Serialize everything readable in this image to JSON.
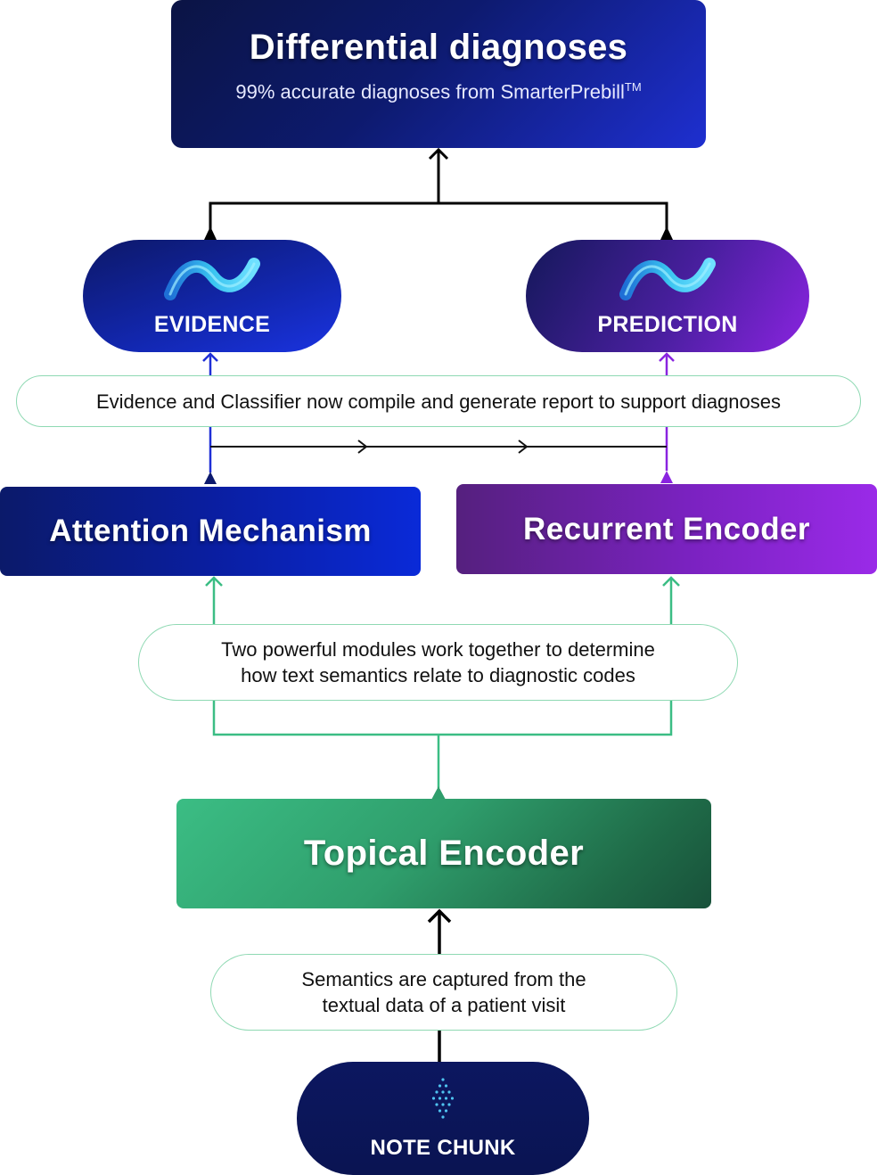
{
  "top": {
    "title": "Differential diagnoses",
    "subtitle": "99% accurate diagnoses from SmarterPrebill",
    "subtitle_mark": "TM"
  },
  "evidence": {
    "label": "EVIDENCE",
    "icon": "wave-ribbon-icon"
  },
  "prediction": {
    "label": "PREDICTION",
    "icon": "wave-ribbon-icon"
  },
  "caption_report": "Evidence and Classifier now compile and generate report to support diagnoses",
  "attention": {
    "label": "Attention Mechanism"
  },
  "recurrent": {
    "label": "Recurrent Encoder"
  },
  "caption_modules": {
    "line1": "Two powerful modules work together to determine",
    "line2": "how text semantics relate to diagnostic codes"
  },
  "topical": {
    "label": "Topical Encoder"
  },
  "caption_semantics": {
    "line1": "Semantics are captured from the",
    "line2": "textual data of a patient visit"
  },
  "note_chunk": {
    "label": "NOTE CHUNK",
    "icon": "dot-diamond-icon"
  },
  "colors": {
    "navy": "#0d1a6e",
    "blue": "#1a33e0",
    "purple": "#8a24e0",
    "green": "#3bbd84",
    "caption_border": "#8fd9b3",
    "connector_black": "#000000"
  }
}
